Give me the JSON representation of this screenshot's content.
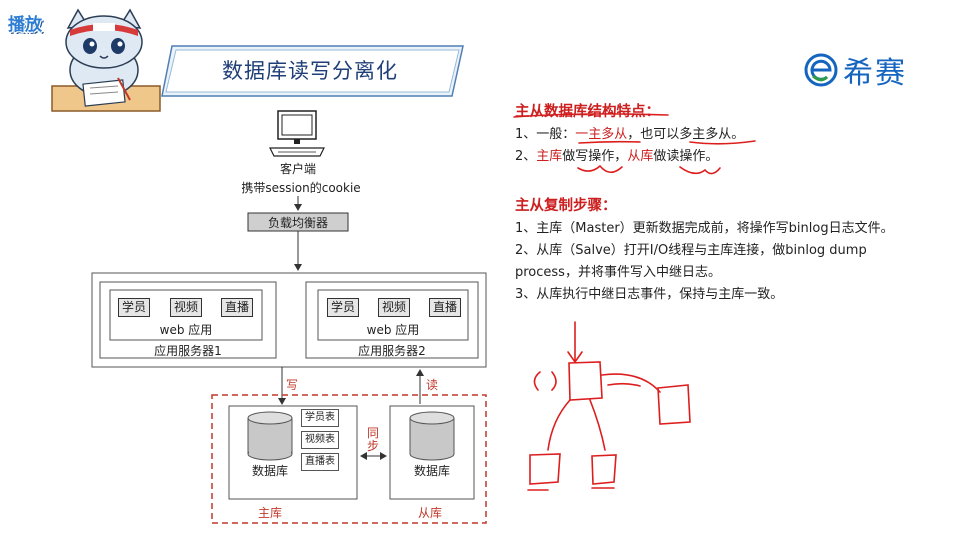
{
  "play_badge": "播放",
  "title": "数据库读写分离化",
  "brand": {
    "name": "希赛",
    "icon": "e-logo-icon",
    "color": "#1565c0"
  },
  "diagram": {
    "client_label": "客户端",
    "client_sub": "携带session的cookie",
    "lb_label": "负载均衡器",
    "servers": [
      {
        "tags": [
          "学员",
          "视频",
          "直播"
        ],
        "app": "web 应用",
        "name": "应用服务器1"
      },
      {
        "tags": [
          "学员",
          "视频",
          "直播"
        ],
        "app": "web 应用",
        "name": "应用服务器2"
      }
    ],
    "write_label": "写",
    "read_label": "读",
    "sync_label_1": "同",
    "sync_label_2": "步",
    "master": {
      "db": "数据库",
      "label": "主库",
      "tables": [
        "学员表",
        "视频表",
        "直播表"
      ]
    },
    "slave": {
      "db": "数据库",
      "label": "从库"
    }
  },
  "notes": {
    "heading1": "主从数据库结构特点：",
    "item1_prefix": "1、一般：",
    "item1_red": "一主多从",
    "item1_suffix": "，也可以多主多从。",
    "item2_prefix": "2、",
    "item2_red1": "主库",
    "item2_mid1": "做写操作，",
    "item2_red2": "从库",
    "item2_mid2": "做读操作。",
    "heading2": "主从复制步骤：",
    "step1": "1、主库（Master）更新数据完成前，将操作写binlog日志文件。",
    "step2a": "2、从库（Salve）打开I/O线程与主库连接，做binlog dump",
    "step2b": "process，并将事件写入中继日志。",
    "step3": "3、从库执行中继日志事件，保持与主库一致。"
  },
  "colors": {
    "accent_red": "#cc1f1f",
    "title_blue": "#1f3f78",
    "dashed_red": "#c0392b"
  }
}
